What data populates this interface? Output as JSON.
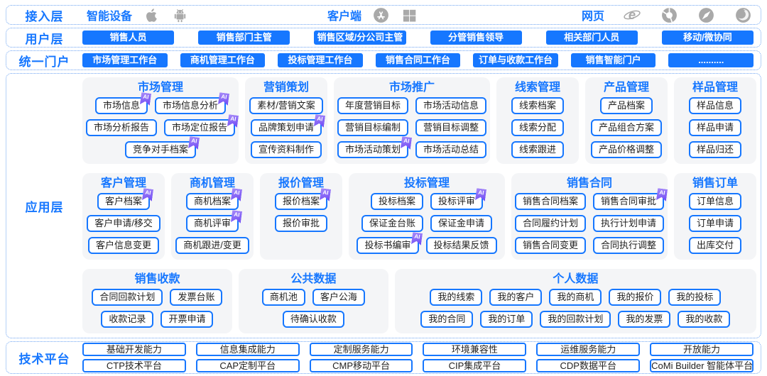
{
  "colors": {
    "accent": "#1677ff",
    "ai_badge": "#7d5bf6",
    "icon_gray": "#a9a9a9",
    "panel_bg": "#f4f5f7"
  },
  "badges": {
    "ai": "AI"
  },
  "access_layer": {
    "label": "接入层",
    "groups": [
      {
        "label": "智能设备",
        "icons": [
          "apple",
          "android"
        ]
      },
      {
        "label": "客户端",
        "icons": [
          "appstore",
          "windows"
        ]
      },
      {
        "label": "网页",
        "icons": [
          "ie",
          "chrome",
          "safari",
          "firefox"
        ]
      }
    ]
  },
  "user_layer": {
    "label": "用户层",
    "items": [
      "销售人员",
      "销售部门主管",
      "销售区域/分公司主管",
      "分管销售领导",
      "相关部门人员",
      "移动/微协同"
    ]
  },
  "portal_layer": {
    "label": "统一门户",
    "items": [
      "市场管理工作台",
      "商机管理工作台",
      "投标管理工作台",
      "销售合同工作台",
      "订单与收款工作台",
      "销售智能门户",
      ".........."
    ]
  },
  "app_layer": {
    "label": "应用层",
    "rows": [
      [
        {
          "title": "市场管理",
          "buttons": [
            [
              {
                "t": "市场信息",
                "ai": true
              },
              {
                "t": "市场信息分析",
                "ai": true
              }
            ],
            [
              {
                "t": "市场分析报告"
              },
              {
                "t": "市场定位报告",
                "ai": true
              }
            ],
            [
              {
                "t": "竞争对手档案",
                "ai": true
              }
            ]
          ]
        },
        {
          "title": "营销策划",
          "buttons": [
            [
              {
                "t": "素材/营销文案"
              }
            ],
            [
              {
                "t": "品牌策划申请",
                "ai": true
              }
            ],
            [
              {
                "t": "宣传资料制作"
              }
            ]
          ]
        },
        {
          "title": "市场推广",
          "buttons": [
            [
              {
                "t": "年度营销目标"
              },
              {
                "t": "市场活动信息"
              }
            ],
            [
              {
                "t": "营销目标编制"
              },
              {
                "t": "营销目标调整"
              }
            ],
            [
              {
                "t": "市场活动策划",
                "ai": true
              },
              {
                "t": "市场活动总结"
              }
            ]
          ]
        },
        {
          "title": "线索管理",
          "buttons": [
            [
              {
                "t": "线索档案"
              }
            ],
            [
              {
                "t": "线索分配"
              }
            ],
            [
              {
                "t": "线索跟进"
              }
            ]
          ]
        },
        {
          "title": "产品管理",
          "buttons": [
            [
              {
                "t": "产品档案"
              }
            ],
            [
              {
                "t": "产品组合方案"
              }
            ],
            [
              {
                "t": "产品价格调整"
              }
            ]
          ]
        },
        {
          "title": "样品管理",
          "buttons": [
            [
              {
                "t": "样品信息"
              }
            ],
            [
              {
                "t": "样品申请"
              }
            ],
            [
              {
                "t": "样品归还"
              }
            ]
          ]
        }
      ],
      [
        {
          "title": "客户管理",
          "buttons": [
            [
              {
                "t": "客户档案",
                "ai": true
              }
            ],
            [
              {
                "t": "客户申请/移交"
              }
            ],
            [
              {
                "t": "客户信息变更"
              }
            ]
          ]
        },
        {
          "title": "商机管理",
          "buttons": [
            [
              {
                "t": "商机档案",
                "ai": true
              }
            ],
            [
              {
                "t": "商机评审",
                "ai": true
              }
            ],
            [
              {
                "t": "商机跟进/变更"
              }
            ]
          ]
        },
        {
          "title": "报价管理",
          "buttons": [
            [
              {
                "t": "报价档案",
                "ai": true
              }
            ],
            [
              {
                "t": "报价审批"
              }
            ]
          ]
        },
        {
          "title": "投标管理",
          "buttons": [
            [
              {
                "t": "投标档案"
              },
              {
                "t": "投标评审",
                "ai": true
              }
            ],
            [
              {
                "t": "保证金台账"
              },
              {
                "t": "保证金申请"
              }
            ],
            [
              {
                "t": "投标书编审",
                "ai": true
              },
              {
                "t": "投标结果反馈"
              }
            ]
          ]
        },
        {
          "title": "销售合同",
          "buttons": [
            [
              {
                "t": "销售合同档案"
              },
              {
                "t": "销售合同审批",
                "ai": true
              }
            ],
            [
              {
                "t": "合同履约计划"
              },
              {
                "t": "执行计划申请"
              }
            ],
            [
              {
                "t": "销售合同变更"
              },
              {
                "t": "合同执行调整"
              }
            ]
          ]
        },
        {
          "title": "销售订单",
          "buttons": [
            [
              {
                "t": "订单信息"
              }
            ],
            [
              {
                "t": "订单申请"
              }
            ],
            [
              {
                "t": "出库交付"
              }
            ]
          ]
        }
      ],
      [
        {
          "title": "销售收款",
          "buttons": [
            [
              {
                "t": "合同回款计划"
              },
              {
                "t": "发票台账"
              }
            ],
            [
              {
                "t": "收款记录"
              },
              {
                "t": "开票申请"
              }
            ]
          ]
        },
        {
          "title": "公共数据",
          "buttons": [
            [
              {
                "t": "商机池"
              },
              {
                "t": "客户公海"
              }
            ],
            [
              {
                "t": "待确认收款"
              }
            ]
          ]
        },
        {
          "title": "个人数据",
          "buttons": [
            [
              {
                "t": "我的线索"
              },
              {
                "t": "我的客户"
              },
              {
                "t": "我的商机"
              },
              {
                "t": "我的报价"
              },
              {
                "t": "我的投标"
              }
            ],
            [
              {
                "t": "我的合同"
              },
              {
                "t": "我的订单"
              },
              {
                "t": "我的回款计划"
              },
              {
                "t": "我的发票"
              },
              {
                "t": "我的收款"
              }
            ]
          ]
        }
      ]
    ]
  },
  "tech_layer": {
    "label": "技术平台",
    "capabilities": [
      "基础开发能力",
      "信息集成能力",
      "定制服务能力",
      "环境兼容性",
      "运维服务能力",
      "开放能力"
    ],
    "platforms": [
      "CTP技术平台",
      "CAP定制平台",
      "CMP移动平台",
      "CIP集成平台",
      "CDP数据平台",
      "CoMi Builder 智能体平台"
    ]
  }
}
